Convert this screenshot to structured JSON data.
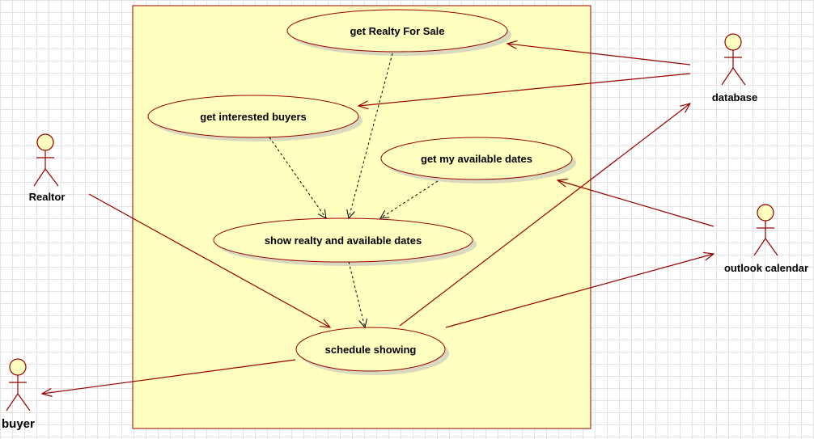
{
  "colors": {
    "boundary_fill": "#ffffc0",
    "stroke": "#990000",
    "shadow": "#d9d9c0",
    "grid": "#e3e3e3",
    "text": "#000000"
  },
  "use_cases": {
    "get_realty": "get Realty For Sale",
    "get_buyers": "get interested buyers",
    "get_dates": "get my available dates",
    "show_realty": "show realty and available dates",
    "schedule": "schedule showing"
  },
  "actors": {
    "realtor": "Realtor",
    "database": "database",
    "outlook": "outlook calendar",
    "buyer": "buyer"
  }
}
